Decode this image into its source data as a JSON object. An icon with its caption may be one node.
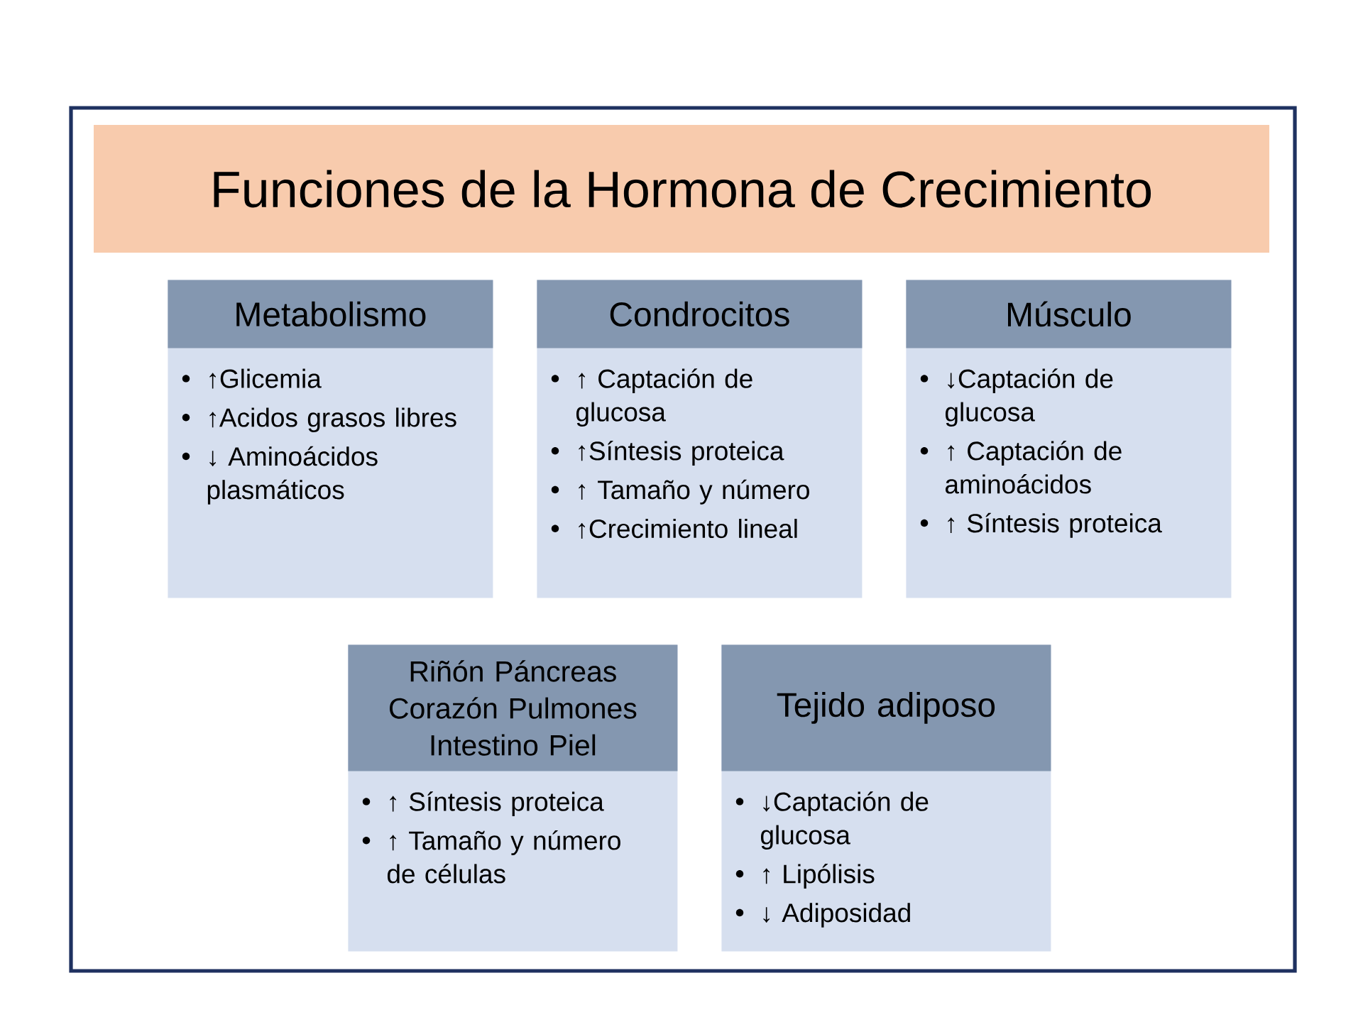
{
  "diagram": {
    "title": "Funciones de la Hormona de Crecimiento",
    "nodes": [
      {
        "text": [
          "Metabolismo",
          "↑Glicemia",
          "↑Acidos grasos libres",
          "↓ Aminoácidos plasmáticos"
        ]
      },
      {
        "text": [
          "Condrocitos",
          "↑ Captación de glucosa",
          "↑Síntesis proteica",
          "↑ Tamaño y número",
          "↑Crecimiento lineal"
        ]
      },
      {
        "text": [
          "Músculo",
          "↓Captación de glucosa",
          "↑ Captación de aminoácidos",
          "↑ Síntesis proteica"
        ]
      },
      {
        "text": [
          "Riñón Páncreas Corazón Pulmones Intestino Piel",
          "↑ Síntesis proteica",
          "↑ Tamaño y número de células"
        ]
      },
      {
        "text": [
          "Tejido adiposo",
          "↓Captación de glucosa",
          "↑ Lipólisis",
          "↓ Adiposidad"
        ]
      }
    ]
  }
}
